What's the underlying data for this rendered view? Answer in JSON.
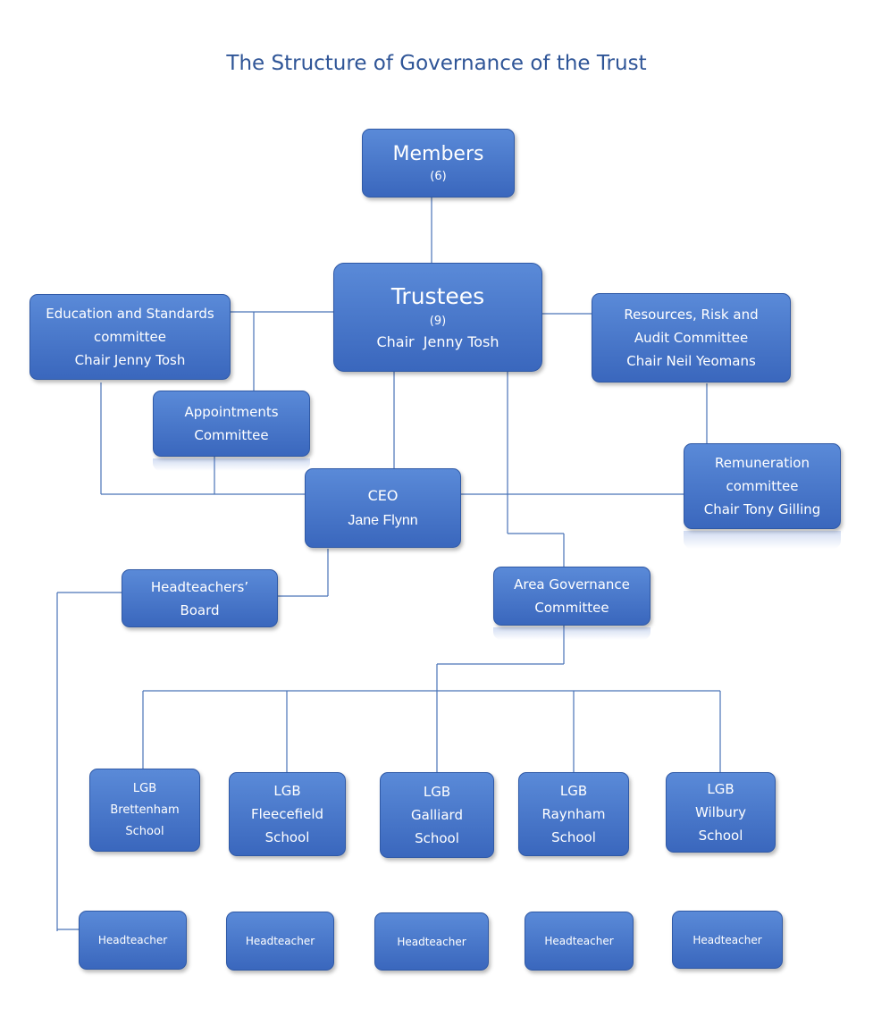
{
  "title": "The Structure of Governance of the Trust",
  "members": {
    "label": "Members",
    "count": "(6)"
  },
  "trustees": {
    "label": "Trustees",
    "count": "(9)",
    "chair": "Chair  Jenny Tosh"
  },
  "education": {
    "line1": "Education and Standards",
    "line2": "committee",
    "line3": "Chair Jenny Tosh"
  },
  "resources": {
    "line1": "Resources, Risk and",
    "line2": "Audit Committee",
    "line3": "Chair Neil Yeomans"
  },
  "appointments": {
    "line1": "Appointments",
    "line2": "Committee"
  },
  "ceo": {
    "line1": "CEO",
    "line2": "Jane Flynn"
  },
  "remuneration": {
    "line1": "Remuneration",
    "line2": "committee",
    "line3": "Chair Tony Gilling"
  },
  "headteachers_board": {
    "line1": "Headteachers’",
    "line2": "Board"
  },
  "area": {
    "line1": "Area Governance",
    "line2": "Committee"
  },
  "lgbs": [
    {
      "l1": "LGB",
      "l2": "Brettenham",
      "l3": "School"
    },
    {
      "l1": "LGB",
      "l2": "Fleecefield",
      "l3": "School"
    },
    {
      "l1": "LGB",
      "l2": "Galliard",
      "l3": "School"
    },
    {
      "l1": "LGB",
      "l2": "Raynham",
      "l3": "School"
    },
    {
      "l1": "LGB",
      "l2": "Wilbury",
      "l3": "School"
    }
  ],
  "headteachers": [
    "Headteacher",
    "Headteacher",
    "Headteacher",
    "Headteacher",
    "Headteacher"
  ],
  "colors": {
    "title": "#2f5597",
    "box": "#4472c4",
    "line": "#4a73b8"
  }
}
